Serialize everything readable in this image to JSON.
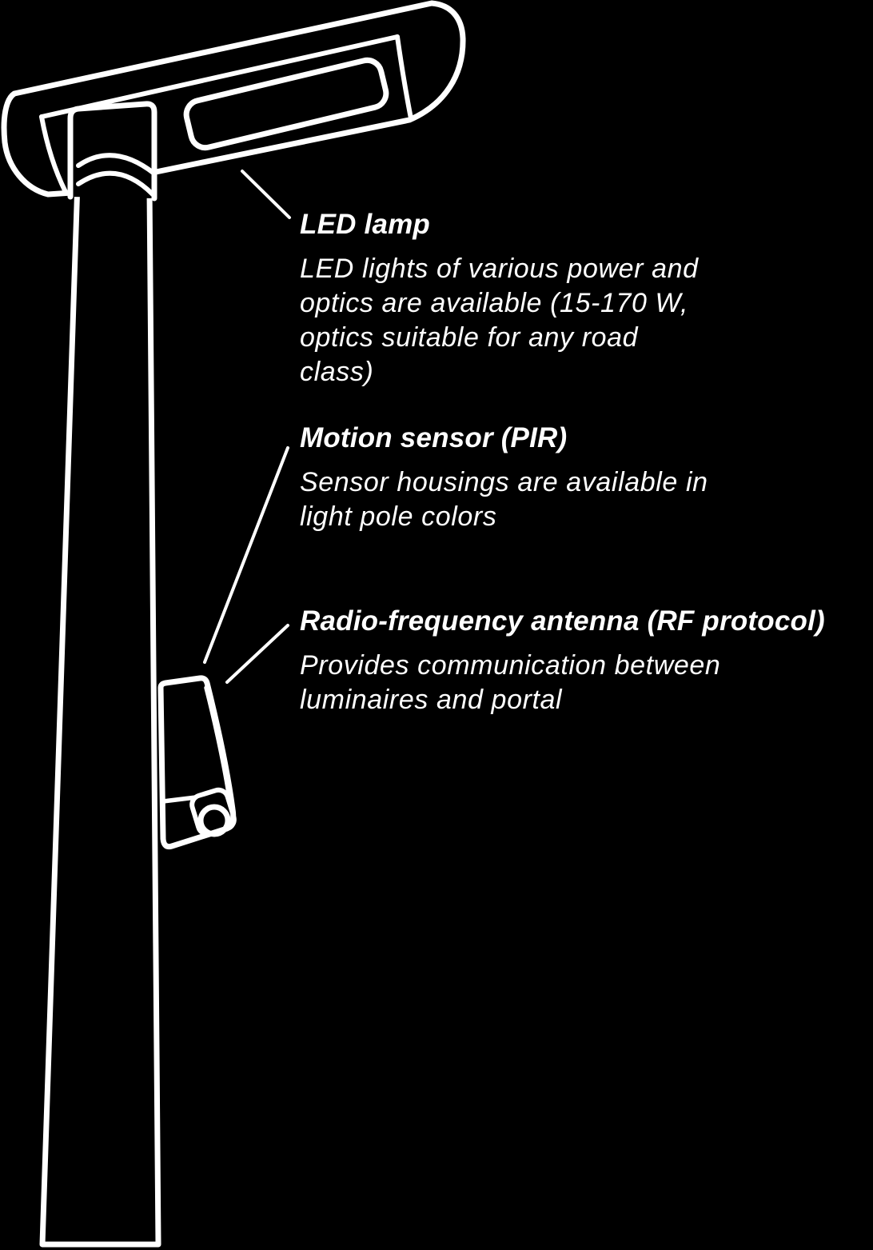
{
  "canvas": {
    "background_color": "#000000",
    "stroke_color": "#ffffff",
    "text_color": "#ffffff"
  },
  "illustration": {
    "parts": [
      "led-lamp-head",
      "led-window",
      "mounting-collar",
      "light-pole",
      "sensor-housing",
      "pir-lens"
    ]
  },
  "annotations": [
    {
      "title": "LED lamp",
      "lines": [
        "LED lights of various power and",
        "optics are available (15-170 W,",
        "optics suitable for any road",
        "class)"
      ]
    },
    {
      "title": "Motion sensor (PIR)",
      "lines": [
        "Sensor housings are available in",
        "light pole colors"
      ]
    },
    {
      "title": "Radio-frequency antenna (RF protocol)",
      "lines": [
        "Provides communication between",
        "luminaires and portal"
      ]
    }
  ]
}
